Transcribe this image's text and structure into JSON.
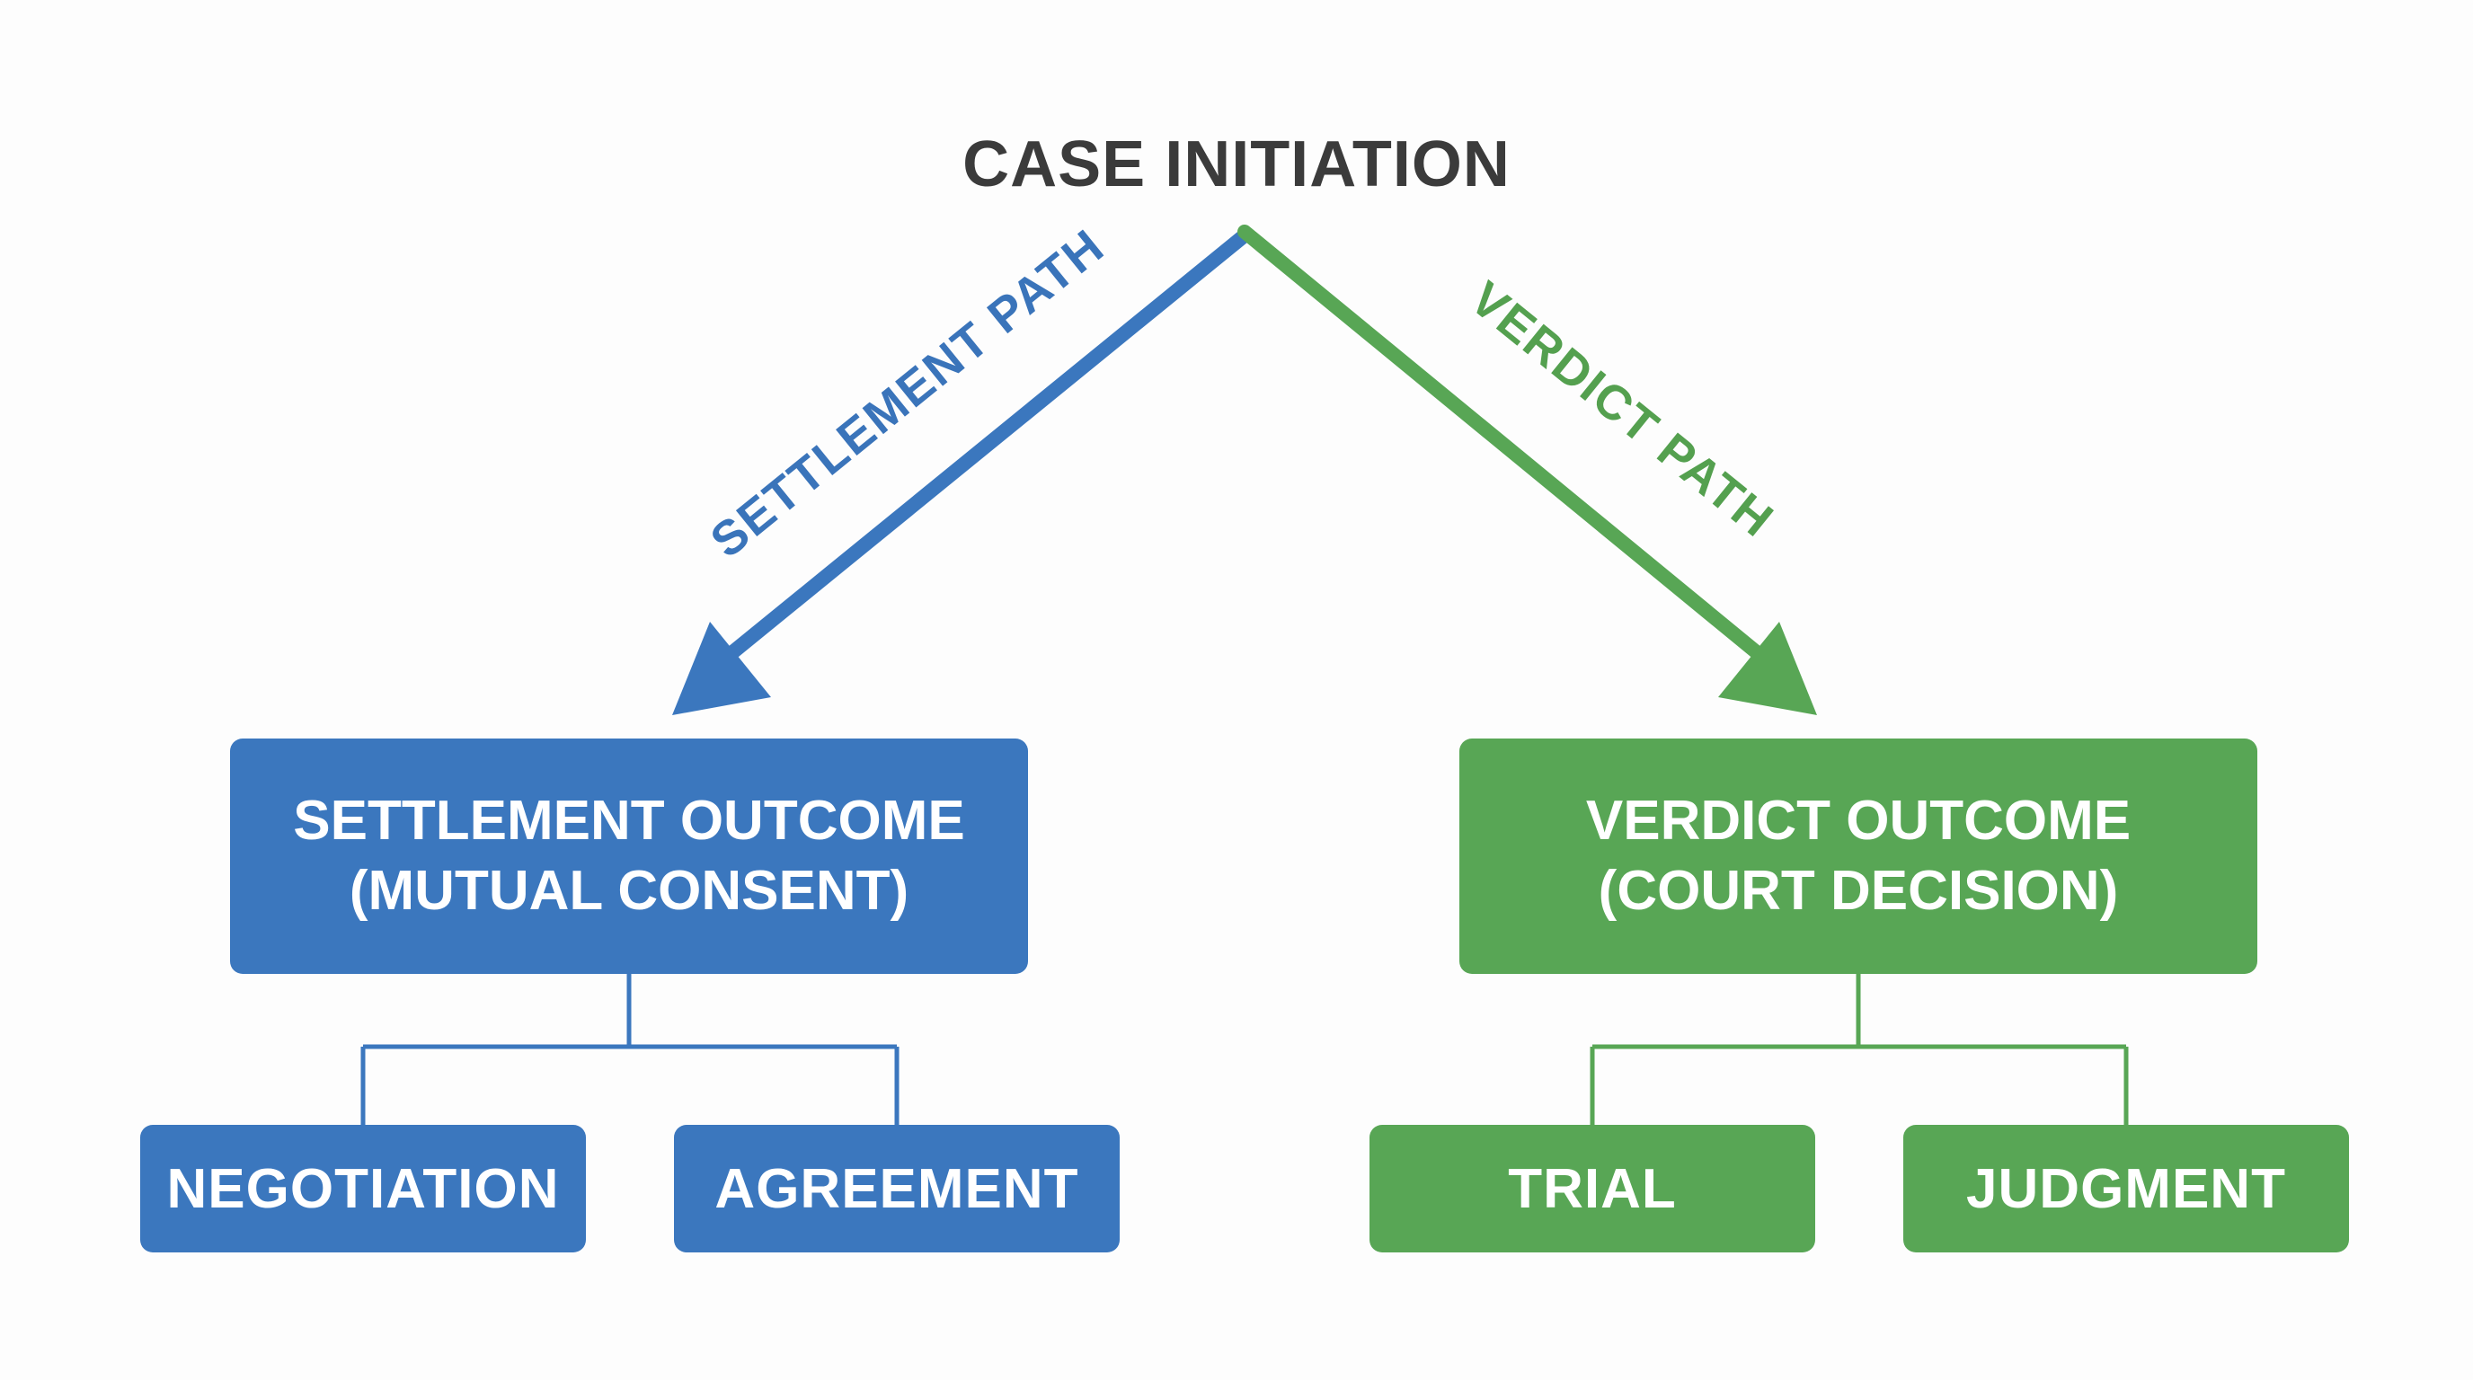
{
  "title": "CASE INITIATION",
  "paths": {
    "settlement_label": "SETTLEMENT PATH",
    "verdict_label": "VERDICT PATH"
  },
  "outcomes": {
    "settlement": {
      "line1": "SETTLEMENT OUTCOME",
      "line2": "(MUTUAL CONSENT)"
    },
    "verdict": {
      "line1": "VERDICT OUTCOME",
      "line2": "(COURT DECISION)"
    }
  },
  "steps": {
    "negotiation": "NEGOTIATION",
    "agreement": "AGREEMENT",
    "trial": "TRIAL",
    "judgment": "JUDGMENT"
  },
  "colors": {
    "blue": "#3b77be",
    "green": "#58a655",
    "title": "#3b3b3b",
    "background": "#fdfdfd"
  }
}
